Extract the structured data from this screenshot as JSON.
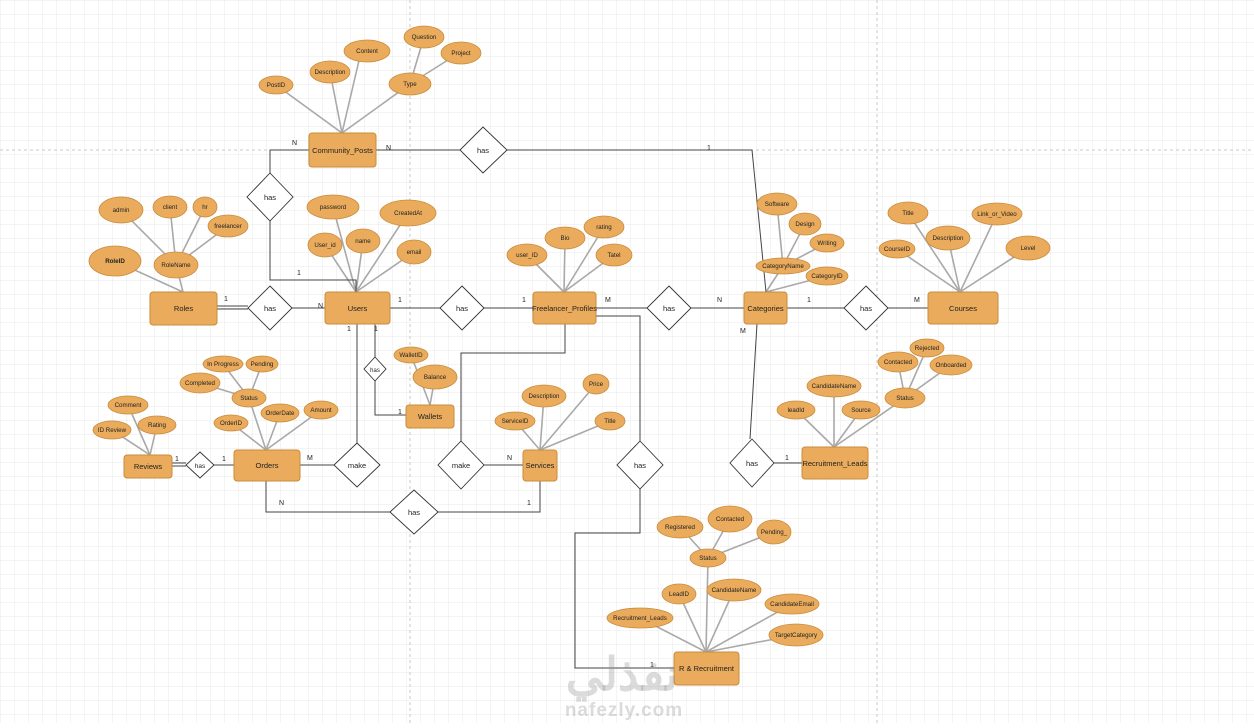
{
  "entities": {
    "community_posts": "Community_Posts",
    "roles": "Roles",
    "users": "Users",
    "freelancer_profiles": "Freelancer_Profiles",
    "categories": "Categories",
    "courses": "Courses",
    "wallets": "Wallets",
    "reviews": "Reviews",
    "orders": "Orders",
    "services": "Services",
    "recruitment_leads": "Recruitment_Leads",
    "hr_recruitment": "R & Recruitment"
  },
  "attributes": {
    "post_id": "PostID",
    "post_description": "Description",
    "post_content": "Content",
    "post_type": "Type",
    "post_question": "Question",
    "post_project": "Project",
    "role_admin": "admin",
    "role_client": "client",
    "role_hr": "hr",
    "role_freelancer": "freelancer",
    "role_id": "RoleID",
    "role_name": "RoleName",
    "user_password": "password",
    "user_created_at": "CreatedAt",
    "user_id": "User_id",
    "user_name": "name",
    "user_email": "email",
    "fp_bio": "Bio",
    "fp_rating": "rating",
    "fp_user_id": "user_ID",
    "fp_tatel": "Tatel",
    "cat_software": "Software",
    "cat_design": "Design",
    "cat_writing": "Writing",
    "cat_name": "CategoryName",
    "cat_id": "CategoryID",
    "course_title": "Title",
    "course_link": "Link_or_Video",
    "course_id": "CourseID",
    "course_description": "Description",
    "course_level": "Level",
    "wallet_id": "WalletID",
    "wallet_balance": "Balance",
    "order_in_progress": "In Progress",
    "order_pending": "Pending",
    "order_completed": "Completed",
    "order_status": "Status",
    "order_date": "OrderDate",
    "order_amount": "Amount",
    "order_id": "OrderID",
    "review_comment": "Comment",
    "review_id": "ID Review",
    "review_rating": "Rating",
    "svc_description": "Description",
    "svc_price": "Price",
    "svc_id": "ServiceID",
    "svc_title": "Title",
    "rl_rejected": "Rejected",
    "rl_contacted": "Contacted",
    "rl_onboarded": "Onboarded",
    "rl_candidate_name": "CandidateName",
    "rl_status": "Status",
    "rl_lead_id": "leadId",
    "rl_source": "Source",
    "hr_registered": "Registered",
    "hr_contacted": "Contacted",
    "hr_pending": "Pending_",
    "hr_status": "Status",
    "hr_lead_id": "LeadID",
    "hr_candidate_name": "CandidateName",
    "hr_candidate_email": "CandidateEmail",
    "hr_recruitment_leads": "Recruitment_Leads",
    "hr_target_category": "TargetCategory"
  },
  "relationships": {
    "posts_users": "has",
    "posts_categories": "has",
    "roles_users": "has",
    "users_fp": "has",
    "fp_categories": "has",
    "categories_courses": "has",
    "users_wallets": "has",
    "reviews_orders": "has",
    "users_orders": "make",
    "fp_services": "make",
    "orders_services": "has",
    "fp_hr": "has",
    "categories_leads": "has"
  },
  "cardinalities": {
    "posts_users_posts": "N",
    "posts_users_users": "1",
    "posts_cat_posts": "N",
    "posts_cat_cat": "1",
    "roles_users_roles": "1",
    "roles_users_users": "N",
    "users_fp_users": "1",
    "users_fp_fp": "1",
    "fp_cat_fp": "M",
    "fp_cat_cat": "N",
    "cat_courses_cat": "1",
    "cat_courses_courses": "M",
    "users_wallets_users": "1",
    "users_wallets_wallets": "1",
    "reviews_orders_reviews": "1",
    "reviews_orders_orders": "1",
    "users_orders_orders": "M",
    "users_orders_users": "1",
    "fp_services_services": "N",
    "orders_services_orders": "N",
    "orders_services_services": "1",
    "cat_leads_cat": "M",
    "cat_leads_leads": "1",
    "fp_hr_hr": "1"
  },
  "watermark": {
    "arabic": "نفذلي",
    "latin": "nafezly.com"
  },
  "colors": {
    "entity_fill": "#eaab5c",
    "attribute_fill": "#eaab5c",
    "relationship_fill": "#ffffff",
    "grid_line": "#e4e4e4"
  }
}
